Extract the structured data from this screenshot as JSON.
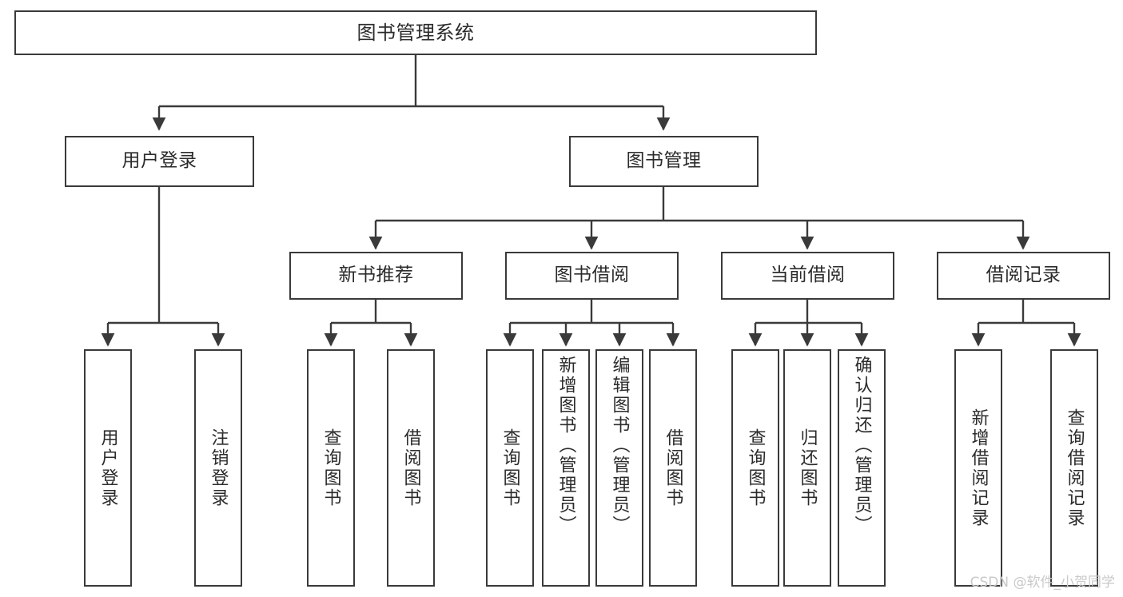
{
  "diagram": {
    "title": "图书管理系统",
    "type": "tree",
    "watermark": "CSDN @软件_小贺同学",
    "colors": {
      "border": "#3a3a3a",
      "fill": "#ffffff",
      "text": "#2b2b2b",
      "connector": "#3a3a3a",
      "watermark": "#c9c9c9"
    },
    "nodes": {
      "root": {
        "label": "图书管理系统"
      },
      "level2": [
        {
          "label": "用户登录"
        },
        {
          "label": "图书管理"
        }
      ],
      "level3": [
        {
          "label": "新书推荐"
        },
        {
          "label": "图书借阅"
        },
        {
          "label": "当前借阅"
        },
        {
          "label": "借阅记录"
        }
      ],
      "leaves": {
        "user_login": [
          {
            "label": "用户登录"
          },
          {
            "label": "注销登录"
          }
        ],
        "new_book": [
          {
            "label": "查询图书"
          },
          {
            "label": "借阅图书"
          }
        ],
        "book_borrow": [
          {
            "label": "查询图书"
          },
          {
            "label": "新增图书（管理员）"
          },
          {
            "label": "编辑图书（管理员）"
          },
          {
            "label": "借阅图书"
          }
        ],
        "current_borrow": [
          {
            "label": "查询图书"
          },
          {
            "label": "归还图书"
          },
          {
            "label": "确认归还（管理员）"
          }
        ],
        "borrow_record": [
          {
            "label": "新增借阅记录"
          },
          {
            "label": "查询借阅记录"
          }
        ]
      }
    }
  }
}
